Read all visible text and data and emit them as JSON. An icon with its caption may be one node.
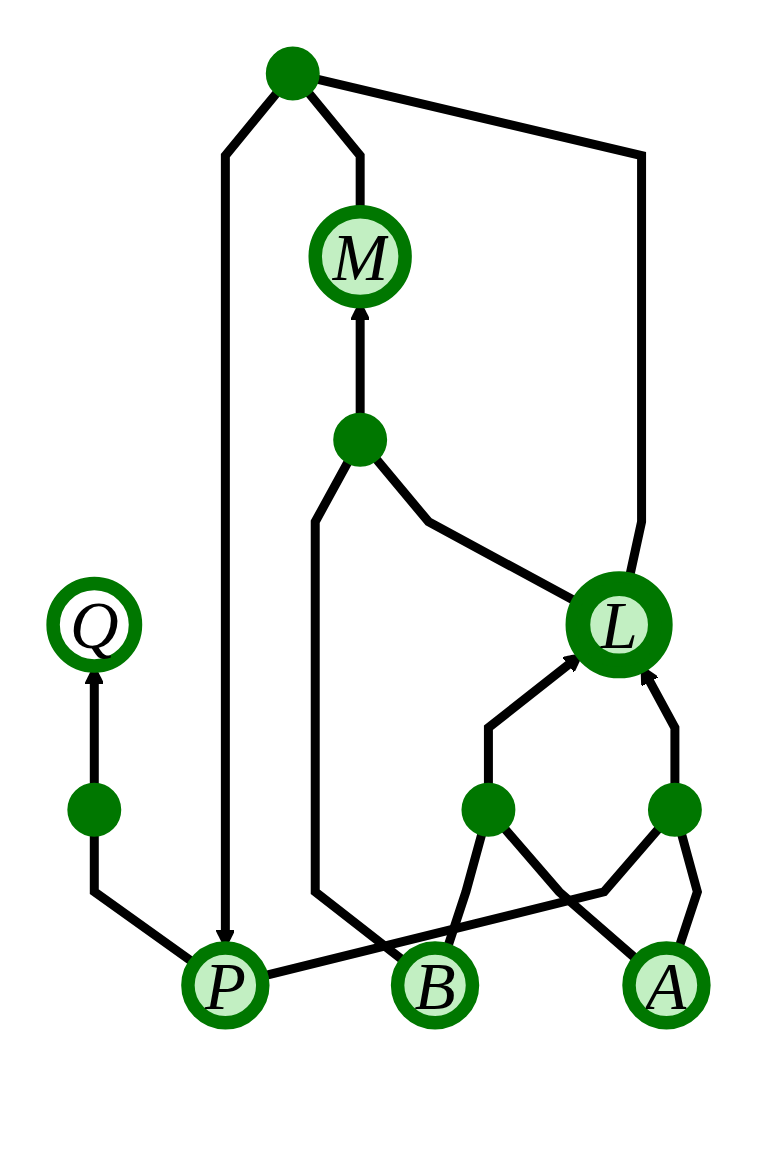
{
  "diagram": {
    "nodes": [
      {
        "text": [
          "Q"
        ]
      },
      {
        "text": [],
        "shape": "circle"
      },
      {
        "text": [
          "P"
        ]
      },
      {
        "text": [],
        "shape": "circle"
      },
      {
        "text": [
          "M"
        ]
      },
      {
        "text": [
          "L"
        ]
      },
      {
        "text": [],
        "shape": "circle"
      },
      {
        "text": [],
        "shape": "circle"
      },
      {
        "text": [],
        "shape": "circle"
      },
      {
        "text": [
          "A"
        ]
      },
      {
        "text": [
          "B"
        ]
      }
    ],
    "edges": [
      {
        "from": 1,
        "to": 0,
        "arrow": "to"
      },
      {
        "from": 2,
        "to": 1,
        "arrow": "none"
      },
      {
        "from": 3,
        "to": 2,
        "arrow": "to"
      },
      {
        "from": 5,
        "to": 3,
        "arrow": "none"
      },
      {
        "from": 4,
        "to": 3,
        "arrow": "none"
      },
      {
        "from": 6,
        "to": 4,
        "arrow": "to"
      },
      {
        "from": 5,
        "to": 6,
        "arrow": "none"
      },
      {
        "from": 10,
        "to": 6,
        "arrow": "none"
      },
      {
        "from": 7,
        "to": 5,
        "arrow": "to"
      },
      {
        "from": 8,
        "to": 5,
        "arrow": "to"
      },
      {
        "from": 9,
        "to": 7,
        "arrow": "none"
      },
      {
        "from": 2,
        "to": 7,
        "arrow": "none"
      },
      {
        "from": 9,
        "to": 8,
        "arrow": "none"
      },
      {
        "from": 10,
        "to": 8,
        "arrow": "none"
      }
    ]
  }
}
